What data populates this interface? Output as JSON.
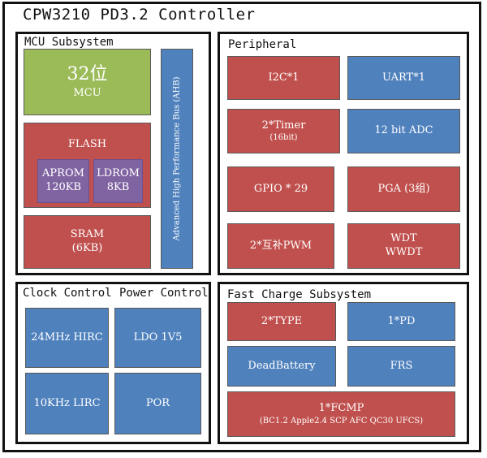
{
  "title": "CPW3210 PD3.2 Controller",
  "mcu": {
    "title": "MCU Subsystem",
    "cpu_main": "32位",
    "cpu_sub": "MCU",
    "bus": "Advanced High Performance Bus (AHB)",
    "flash": "FLASH",
    "aprom_line1": "APROM",
    "aprom_line2": "120KB",
    "ldrom_line1": "LDROM",
    "ldrom_line2": "8KB",
    "sram_line1": "SRAM",
    "sram_line2": "(6KB)"
  },
  "peripheral": {
    "title": "Peripheral",
    "i2c": "I2C*1",
    "uart": "UART*1",
    "timer_line1": "2*Timer",
    "timer_line2": "(16bit)",
    "adc": "12 bit ADC",
    "gpio": "GPIO * 29",
    "pga": "PGA (3组)",
    "pwm": "2*互补PWM",
    "wdt_line1": "WDT",
    "wdt_line2": "WWDT"
  },
  "clock_power": {
    "clock_title": "Clock Control",
    "power_title": "Power Control",
    "hirc": "24MHz HIRC",
    "ldo": "LDO 1V5",
    "lirc": "10KHz LIRC",
    "por": "POR"
  },
  "fast_charge": {
    "title": "Fast Charge Subsystem",
    "type": "2*TYPE",
    "pd": "1*PD",
    "dead_battery": "DeadBattery",
    "frs": "FRS",
    "fcmp": "1*FCMP",
    "fcmp_protocols": "(BC1.2 Apple2.4 SCP AFC QC30 UFCS)"
  },
  "colors": {
    "red": "#c0504d",
    "blue": "#4f81bd",
    "green": "#9bbb59",
    "purple": "#8064a2"
  }
}
